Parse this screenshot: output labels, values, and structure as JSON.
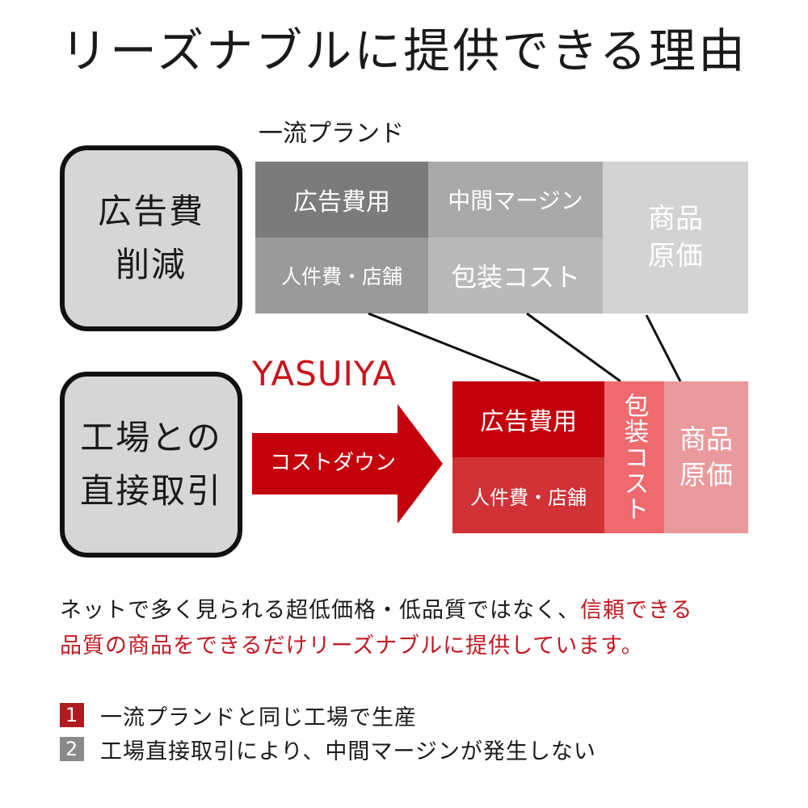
{
  "title": "リーズナブルに提供できる理由",
  "brand_label": "一流プランド",
  "left_boxes": {
    "ad_cut": [
      "広告費",
      "削減"
    ],
    "factory": [
      "工場との",
      "直接取引"
    ]
  },
  "top_breakdown": {
    "ad": "広告費用",
    "people": "人件費・店舗",
    "margin": "中間マージン",
    "packaging": "包装コスト",
    "cost": [
      "商品",
      "原価"
    ]
  },
  "yasuiya": "YASUIYA",
  "arrow_label": "コストダウン",
  "red_breakdown": {
    "ad": "広告費用",
    "people": "人件費・店舗",
    "packaging": "包装コスト",
    "cost": [
      "商品",
      "原価"
    ]
  },
  "description": {
    "line1_plain": "ネットで多く見られる超低価格・低品質ではなく、",
    "line1_red": "信頼できる",
    "line2": "品質の商品をできるだけリーズナブルに提供しています。"
  },
  "points": [
    {
      "num": "1",
      "text": "一流プランドと同じ工場で生産",
      "color": "#b01a20"
    },
    {
      "num": "2",
      "text": "工場直接取引により、中間マージンが発生しない",
      "color": "#8a8a8a"
    }
  ],
  "colors": {
    "accent_red": "#c8141c",
    "box_gray": "#d6d6d6"
  }
}
